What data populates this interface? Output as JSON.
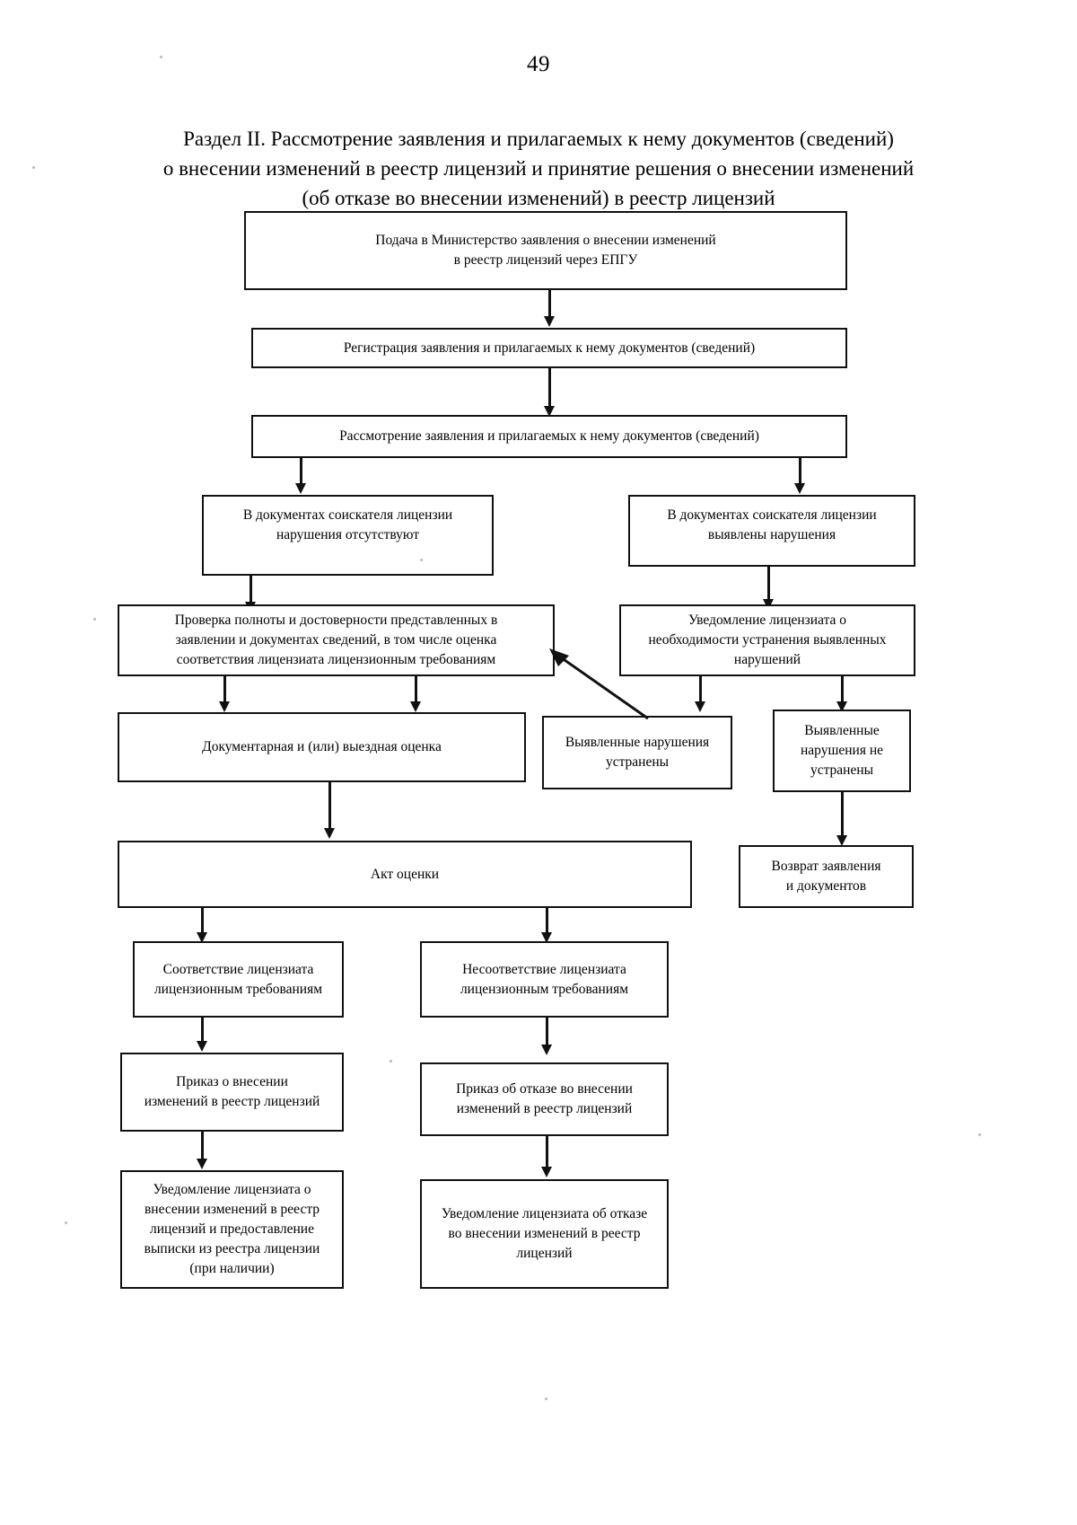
{
  "page": {
    "number": "49"
  },
  "title": {
    "line1": "Раздел II. Рассмотрение заявления и прилагаемых к нему документов (сведений)",
    "line2": "о внесении изменений в реестр лицензий и принятие решения о внесении изменений",
    "line3": "(об отказе во внесении изменений) в реестр лицензий"
  },
  "flow": {
    "n1": {
      "l1": "Подача в Министерство заявления о внесении изменений",
      "l2": "в реестр лицензий через ЕПГУ"
    },
    "n2": {
      "l1": "Регистрация заявления и прилагаемых к нему документов (сведений)"
    },
    "n3": {
      "l1": "Рассмотрение заявления и прилагаемых к нему документов (сведений)"
    },
    "n4": {
      "l1": "В документах соискателя лицензии",
      "l2": "нарушения отсутствуют"
    },
    "n5": {
      "l1": "В документах соискателя лицензии",
      "l2": "выявлены нарушения"
    },
    "n6": {
      "l1": "Проверка полноты и достоверности представленных в",
      "l2": "заявлении и документах сведений, в том числе оценка",
      "l3": "соответствия лицензиата лицензионным требованиям"
    },
    "n7": {
      "l1": "Уведомление лицензиата о",
      "l2": "необходимости устранения выявленных",
      "l3": "нарушений"
    },
    "n8": {
      "l1": "Документарная и (или) выездная оценка"
    },
    "n9": {
      "l1": "Выявленные нарушения",
      "l2": "устранены"
    },
    "n10": {
      "l1": "Выявленные",
      "l2": "нарушения не",
      "l3": "устранены"
    },
    "n11": {
      "l1": "Акт оценки"
    },
    "n12": {
      "l1": "Возврат заявления",
      "l2": "и документов"
    },
    "n13": {
      "l1": "Соответствие лицензиата",
      "l2": "лицензионным требованиям"
    },
    "n14": {
      "l1": "Несоответствие лицензиата",
      "l2": "лицензионным требованиям"
    },
    "n15": {
      "l1": "Приказ о внесении",
      "l2": "изменений в реестр лицензий"
    },
    "n16": {
      "l1": "Приказ об отказе во внесении",
      "l2": "изменений в реестр лицензий"
    },
    "n17": {
      "l1": "Уведомление лицензиата о",
      "l2": "внесении изменений в реестр",
      "l3": "лицензий и предоставление",
      "l4": "выписки из реестра лицензии",
      "l5": "(при наличии)"
    },
    "n18": {
      "l1": "Уведомление лицензиата об отказе",
      "l2": "во внесении изменений в реестр",
      "l3": "лицензий"
    }
  },
  "colors": {
    "ink": "#111111",
    "paper": "#ffffff"
  }
}
